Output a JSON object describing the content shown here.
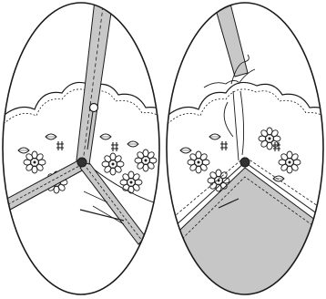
{
  "panels": [
    {
      "id": "left",
      "step": "edge-band-pinned",
      "band_color": "#c8c8c8",
      "bead_color": "#333333"
    },
    {
      "id": "right",
      "step": "edge-stitched-fill",
      "fill_color": "#c6c6c6",
      "bead_color": "#333333"
    }
  ],
  "colors": {
    "outline": "#1a1a1a",
    "background": "#ffffff",
    "fill": "#c8c8c8"
  },
  "icons": [
    "flower-motif",
    "hash-motif",
    "bead",
    "pin",
    "thread"
  ]
}
